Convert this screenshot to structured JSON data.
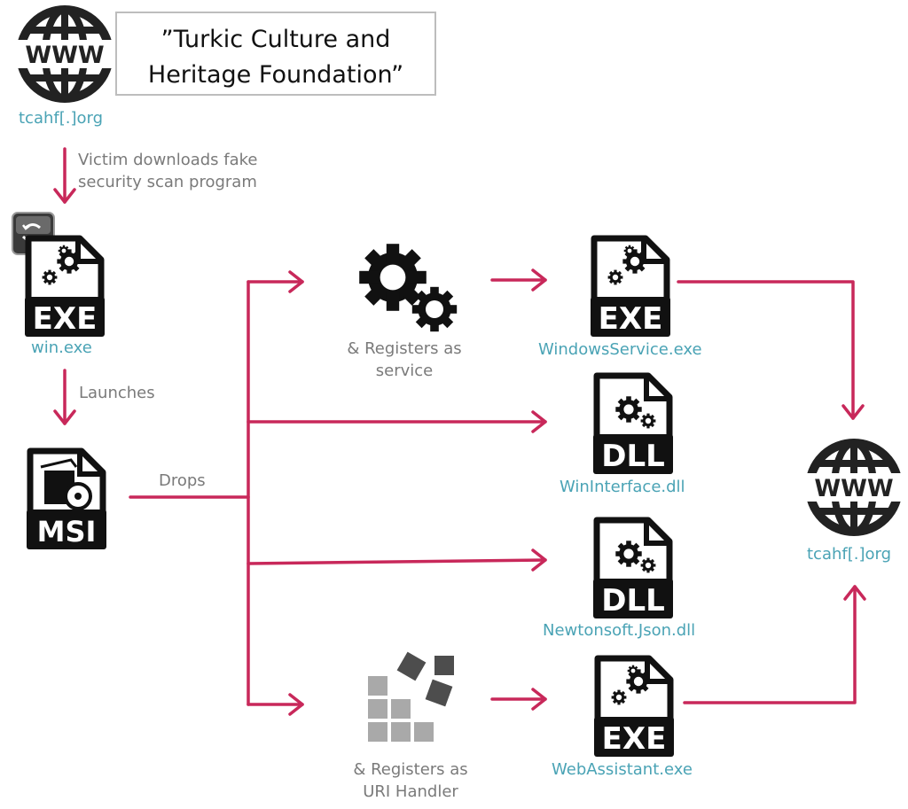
{
  "title": {
    "line1": "”Turkic Culture and",
    "line2": "Heritage Foundation”"
  },
  "nodes": {
    "source_site": "tcahf[.]org",
    "win_exe": "win.exe",
    "windows_service": "WindowsService.exe",
    "win_interface": "WinInterface.dll",
    "newtonsoft": "Newtonsoft.Json.dll",
    "web_assistant": "WebAssistant.exe",
    "c2_site": "tcahf[.]org"
  },
  "steps": {
    "download_line1": "Victim downloads fake",
    "download_line2": "security scan program",
    "launches": "Launches",
    "drops": "Drops",
    "service_line1": "& Registers as",
    "service_line2": "service",
    "uri_line1": "& Registers as",
    "uri_line2": "URI Handler"
  },
  "file_badges": {
    "exe": "EXE",
    "msi": "MSI",
    "dll": "DLL",
    "www": "WWW"
  },
  "icons": {
    "globe": "globe-www-icon",
    "exe": "exe-file-icon",
    "dll": "dll-file-icon",
    "msi": "msi-file-icon",
    "gears": "gears-icon",
    "uri_blocks": "uri-handler-blocks-icon",
    "self_extract": "self-extracting-installer-icon"
  },
  "colors": {
    "arrow": "#c8285a",
    "label_teal": "#4aa3b5",
    "label_gray": "#7a7a7a",
    "icon": "#111111"
  }
}
